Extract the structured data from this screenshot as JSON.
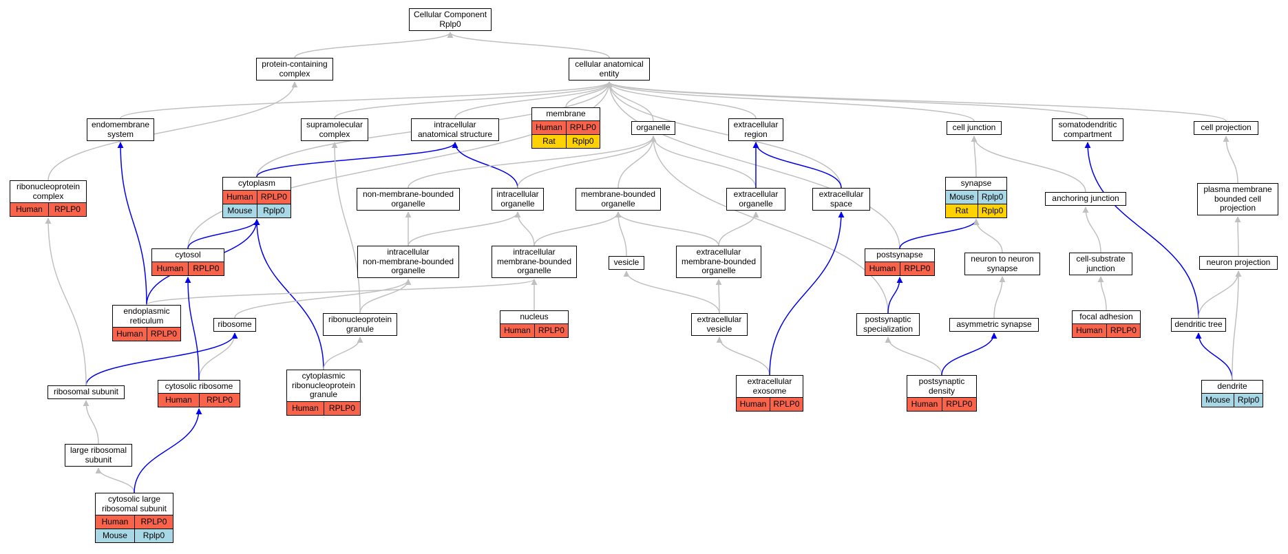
{
  "colors": {
    "human": "#f8634a",
    "mouse": "#a8d8e6",
    "rat": "#ffd200",
    "edge_is_a": "#c0c0c0",
    "edge_part_of": "#0000ee"
  },
  "nodes": [
    {
      "id": "cc",
      "label": "Cellular Component\nRplp0",
      "rows": []
    },
    {
      "id": "pcc",
      "label": "protein-containing\ncomplex",
      "rows": []
    },
    {
      "id": "cae",
      "label": "cellular anatomical\nentity",
      "rows": []
    },
    {
      "id": "endo",
      "label": "endomembrane\nsystem",
      "rows": []
    },
    {
      "id": "supra",
      "label": "supramolecular\ncomplex",
      "rows": []
    },
    {
      "id": "ias",
      "label": "intracellular\nanatomical structure",
      "rows": []
    },
    {
      "id": "memb",
      "label": "membrane",
      "rows": [
        [
          "Human",
          "RPLP0",
          "human"
        ],
        [
          "Rat",
          "Rplp0",
          "rat"
        ]
      ]
    },
    {
      "id": "org",
      "label": "organelle",
      "rows": []
    },
    {
      "id": "exreg",
      "label": "extracellular\nregion",
      "rows": []
    },
    {
      "id": "celljx",
      "label": "cell junction",
      "rows": []
    },
    {
      "id": "soma",
      "label": "somatodendritic\ncompartment",
      "rows": []
    },
    {
      "id": "cellproj",
      "label": "cell projection",
      "rows": []
    },
    {
      "id": "rnpc",
      "label": "ribonucleoprotein\ncomplex",
      "rows": [
        [
          "Human",
          "RPLP0",
          "human"
        ]
      ]
    },
    {
      "id": "cyto",
      "label": "cytoplasm",
      "rows": [
        [
          "Human",
          "RPLP0",
          "human"
        ],
        [
          "Mouse",
          "Rplp0",
          "mouse"
        ]
      ]
    },
    {
      "id": "nmbo",
      "label": "non-membrane-bounded\norganelle",
      "rows": []
    },
    {
      "id": "ico",
      "label": "intracellular\norganelle",
      "rows": []
    },
    {
      "id": "mbo",
      "label": "membrane-bounded\norganelle",
      "rows": []
    },
    {
      "id": "exo",
      "label": "extracellular\norganelle",
      "rows": []
    },
    {
      "id": "exspace",
      "label": "extracellular\nspace",
      "rows": []
    },
    {
      "id": "syn",
      "label": "synapse",
      "rows": [
        [
          "Mouse",
          "Rplp0",
          "mouse"
        ],
        [
          "Rat",
          "Rplp0",
          "rat"
        ]
      ]
    },
    {
      "id": "anch",
      "label": "anchoring junction",
      "rows": []
    },
    {
      "id": "pmbcp",
      "label": "plasma membrane\nbounded cell\nprojection",
      "rows": []
    },
    {
      "id": "cytosol",
      "label": "cytosol",
      "rows": [
        [
          "Human",
          "RPLP0",
          "human"
        ]
      ]
    },
    {
      "id": "inmbo",
      "label": "intracellular\nnon-membrane-bounded\norganelle",
      "rows": []
    },
    {
      "id": "imbo",
      "label": "intracellular\nmembrane-bounded\norganelle",
      "rows": []
    },
    {
      "id": "vesicle",
      "label": "vesicle",
      "rows": []
    },
    {
      "id": "exmbo",
      "label": "extracellular\nmembrane-bounded\norganelle",
      "rows": []
    },
    {
      "id": "postsyn",
      "label": "postsynapse",
      "rows": [
        [
          "Human",
          "RPLP0",
          "human"
        ]
      ]
    },
    {
      "id": "n2n",
      "label": "neuron to neuron\nsynapse",
      "rows": []
    },
    {
      "id": "csj",
      "label": "cell-substrate\njunction",
      "rows": []
    },
    {
      "id": "nproj",
      "label": "neuron projection",
      "rows": []
    },
    {
      "id": "er",
      "label": "endoplasmic\nreticulum",
      "rows": [
        [
          "Human",
          "RPLP0",
          "human"
        ]
      ]
    },
    {
      "id": "ribosome",
      "label": "ribosome",
      "rows": []
    },
    {
      "id": "rnpg",
      "label": "ribonucleoprotein\ngranule",
      "rows": []
    },
    {
      "id": "nucleus",
      "label": "nucleus",
      "rows": [
        [
          "Human",
          "RPLP0",
          "human"
        ]
      ]
    },
    {
      "id": "exves",
      "label": "extracellular\nvesicle",
      "rows": []
    },
    {
      "id": "pss",
      "label": "postsynaptic\nspecialization",
      "rows": []
    },
    {
      "id": "asym",
      "label": "asymmetric synapse",
      "rows": []
    },
    {
      "id": "focal",
      "label": "focal adhesion",
      "rows": [
        [
          "Human",
          "RPLP0",
          "human"
        ]
      ]
    },
    {
      "id": "dtree",
      "label": "dendritic tree",
      "rows": []
    },
    {
      "id": "cytrib",
      "label": "cytosolic ribosome",
      "rows": [
        [
          "Human",
          "RPLP0",
          "human"
        ]
      ]
    },
    {
      "id": "ribsub",
      "label": "ribosomal subunit",
      "rows": []
    },
    {
      "id": "crnpg",
      "label": "cytoplasmic\nribonucleoprotein\ngranule",
      "rows": [
        [
          "Human",
          "RPLP0",
          "human"
        ]
      ]
    },
    {
      "id": "exosome",
      "label": "extracellular\nexosome",
      "rows": [
        [
          "Human",
          "RPLP0",
          "human"
        ]
      ]
    },
    {
      "id": "psd",
      "label": "postsynaptic\ndensity",
      "rows": [
        [
          "Human",
          "RPLP0",
          "human"
        ]
      ]
    },
    {
      "id": "dendrite",
      "label": "dendrite",
      "rows": [
        [
          "Mouse",
          "Rplp0",
          "mouse"
        ]
      ]
    },
    {
      "id": "lrs",
      "label": "large ribosomal\nsubunit",
      "rows": []
    },
    {
      "id": "clrs",
      "label": "cytosolic large\nribosomal subunit",
      "rows": [
        [
          "Human",
          "RPLP0",
          "human"
        ],
        [
          "Mouse",
          "Rplp0",
          "mouse"
        ]
      ]
    }
  ],
  "edges": [
    [
      "pcc",
      "cc",
      "is_a"
    ],
    [
      "cae",
      "cc",
      "is_a"
    ],
    [
      "rnpc",
      "pcc",
      "is_a"
    ],
    [
      "endo",
      "cae",
      "is_a"
    ],
    [
      "supra",
      "cae",
      "is_a"
    ],
    [
      "ias",
      "cae",
      "is_a"
    ],
    [
      "memb",
      "cae",
      "is_a"
    ],
    [
      "org",
      "cae",
      "is_a"
    ],
    [
      "exreg",
      "cae",
      "is_a"
    ],
    [
      "celljx",
      "cae",
      "is_a"
    ],
    [
      "soma",
      "cae",
      "is_a"
    ],
    [
      "cellproj",
      "cae",
      "is_a"
    ],
    [
      "cyto",
      "cae",
      "is_a"
    ],
    [
      "cytosol",
      "cae",
      "is_a"
    ],
    [
      "exspace",
      "cae",
      "is_a"
    ],
    [
      "postsyn",
      "cae",
      "is_a"
    ],
    [
      "cyto",
      "ias",
      "part_of"
    ],
    [
      "ico",
      "ias",
      "part_of"
    ],
    [
      "ico",
      "org",
      "is_a"
    ],
    [
      "nmbo",
      "org",
      "is_a"
    ],
    [
      "mbo",
      "org",
      "is_a"
    ],
    [
      "exo",
      "org",
      "is_a"
    ],
    [
      "pss",
      "org",
      "is_a"
    ],
    [
      "exo",
      "exreg",
      "part_of"
    ],
    [
      "exspace",
      "exreg",
      "part_of"
    ],
    [
      "syn",
      "celljx",
      "is_a"
    ],
    [
      "anch",
      "celljx",
      "is_a"
    ],
    [
      "pmbcp",
      "cellproj",
      "is_a"
    ],
    [
      "cytosol",
      "cyto",
      "part_of"
    ],
    [
      "er",
      "cyto",
      "part_of"
    ],
    [
      "crnpg",
      "cyto",
      "part_of"
    ],
    [
      "er",
      "endo",
      "part_of"
    ],
    [
      "inmbo",
      "nmbo",
      "is_a"
    ],
    [
      "inmbo",
      "ico",
      "is_a"
    ],
    [
      "imbo",
      "ico",
      "is_a"
    ],
    [
      "imbo",
      "mbo",
      "is_a"
    ],
    [
      "vesicle",
      "mbo",
      "is_a"
    ],
    [
      "exmbo",
      "mbo",
      "is_a"
    ],
    [
      "exmbo",
      "exo",
      "is_a"
    ],
    [
      "postsyn",
      "syn",
      "part_of"
    ],
    [
      "n2n",
      "syn",
      "is_a"
    ],
    [
      "csj",
      "anch",
      "is_a"
    ],
    [
      "nproj",
      "pmbcp",
      "is_a"
    ],
    [
      "ribosome",
      "inmbo",
      "is_a"
    ],
    [
      "rnpg",
      "inmbo",
      "is_a"
    ],
    [
      "er",
      "imbo",
      "is_a"
    ],
    [
      "nucleus",
      "imbo",
      "is_a"
    ],
    [
      "rnpg",
      "supra",
      "is_a"
    ],
    [
      "exves",
      "vesicle",
      "is_a"
    ],
    [
      "exves",
      "exmbo",
      "is_a"
    ],
    [
      "pss",
      "postsyn",
      "part_of"
    ],
    [
      "asym",
      "n2n",
      "is_a"
    ],
    [
      "focal",
      "csj",
      "is_a"
    ],
    [
      "dtree",
      "soma",
      "part_of"
    ],
    [
      "dtree",
      "nproj",
      "is_a"
    ],
    [
      "cytrib",
      "ribosome",
      "is_a"
    ],
    [
      "cytrib",
      "cytosol",
      "part_of"
    ],
    [
      "ribsub",
      "ribosome",
      "part_of"
    ],
    [
      "crnpg",
      "rnpg",
      "is_a"
    ],
    [
      "ribsub",
      "rnpc",
      "is_a"
    ],
    [
      "exosome",
      "exves",
      "is_a"
    ],
    [
      "exosome",
      "exspace",
      "part_of"
    ],
    [
      "psd",
      "pss",
      "is_a"
    ],
    [
      "psd",
      "asym",
      "part_of"
    ],
    [
      "dendrite",
      "dtree",
      "part_of"
    ],
    [
      "dendrite",
      "nproj",
      "is_a"
    ],
    [
      "lrs",
      "ribsub",
      "is_a"
    ],
    [
      "clrs",
      "lrs",
      "is_a"
    ],
    [
      "clrs",
      "cytrib",
      "part_of"
    ],
    [
      "memb",
      "cae",
      "is_a"
    ]
  ]
}
